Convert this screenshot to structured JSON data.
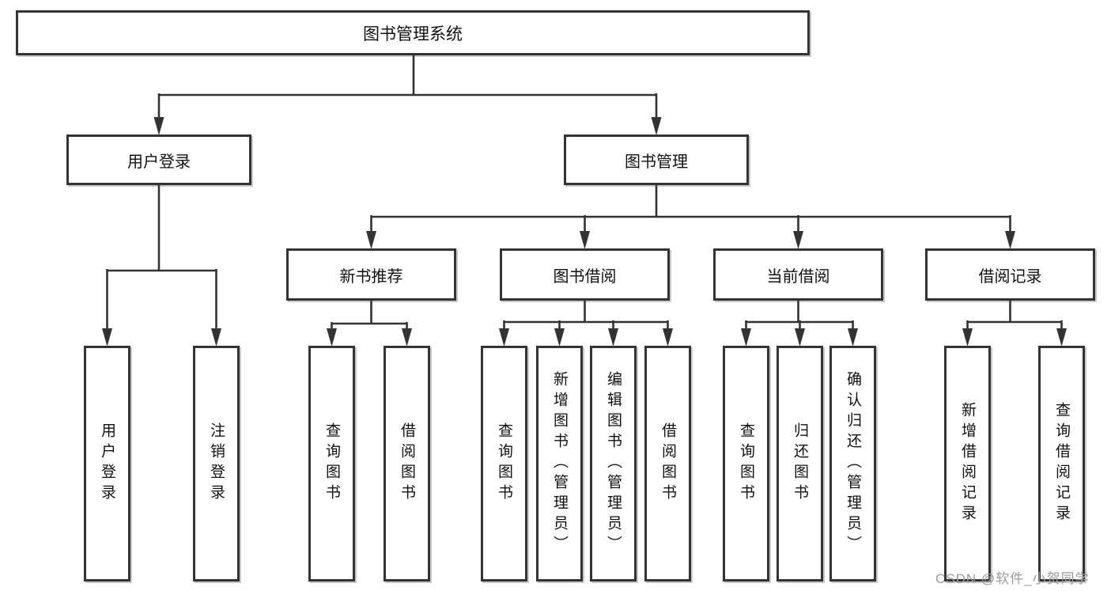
{
  "diagram": {
    "root": {
      "label": "图书管理系统"
    },
    "level2": [
      {
        "label": "用户登录"
      },
      {
        "label": "图书管理"
      }
    ],
    "level3": [
      {
        "label": "新书推荐"
      },
      {
        "label": "图书借阅"
      },
      {
        "label": "当前借阅"
      },
      {
        "label": "借阅记录"
      }
    ],
    "leaves": [
      {
        "label": "用户登录"
      },
      {
        "label": "注销登录"
      },
      {
        "label": "查询图书"
      },
      {
        "label": "借阅图书"
      },
      {
        "label": "查询图书"
      },
      {
        "label": "新增图书（管理员）"
      },
      {
        "label": "编辑图书（管理员）"
      },
      {
        "label": "借阅图书"
      },
      {
        "label": "查询图书"
      },
      {
        "label": "归还图书"
      },
      {
        "label": "确认归还（管理员）"
      },
      {
        "label": "新增借阅记录"
      },
      {
        "label": "查询借阅记录"
      }
    ],
    "hierarchy": {
      "图书管理系统": [
        "用户登录",
        "图书管理"
      ],
      "用户登录": [
        "用户登录",
        "注销登录"
      ],
      "图书管理": [
        "新书推荐",
        "图书借阅",
        "当前借阅",
        "借阅记录"
      ],
      "新书推荐": [
        "查询图书",
        "借阅图书"
      ],
      "图书借阅": [
        "查询图书",
        "新增图书（管理员）",
        "编辑图书（管理员）",
        "借阅图书"
      ],
      "当前借阅": [
        "查询图书",
        "归还图书",
        "确认归还（管理员）"
      ],
      "借阅记录": [
        "新增借阅记录",
        "查询借阅记录"
      ]
    },
    "colors": {
      "line": "#333333",
      "box_border": "#333333",
      "box_fill": "#ffffff",
      "text": "#111111"
    }
  },
  "watermark": {
    "text": "CSDN @软件_小贺同学",
    "color": "#9b9b9b"
  }
}
